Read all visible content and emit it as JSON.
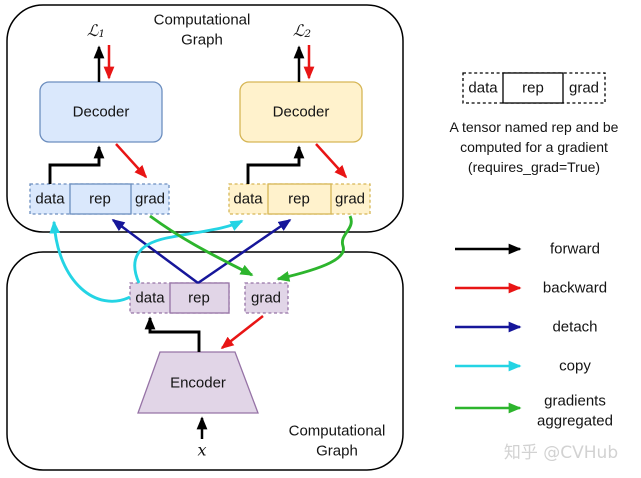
{
  "colors": {
    "forward": "#000000",
    "backward": "#e81515",
    "detach": "#16169a",
    "copy": "#24d4e4",
    "gradients_aggregated": "#2db52d",
    "decoder1_fill": "#dae8fc",
    "decoder1_stroke": "#6c8ebf",
    "decoder2_fill": "#fff2cc",
    "decoder2_stroke": "#d6b656",
    "encoder_fill": "#e1d5e7",
    "encoder_stroke": "#9673a6",
    "watermark": "#d2d2d2"
  },
  "top_graph": {
    "title1": "Computational",
    "title2": "Graph",
    "loss1": {
      "base": "ℒ",
      "sub": "1"
    },
    "loss2": {
      "base": "ℒ",
      "sub": "2"
    },
    "decoder1_label": "Decoder",
    "decoder2_label": "Decoder",
    "tensor1": {
      "data": "data",
      "rep": "rep",
      "grad": "grad"
    },
    "tensor2": {
      "data": "data",
      "rep": "rep",
      "grad": "grad"
    }
  },
  "bottom_graph": {
    "title1": "Computational",
    "title2": "Graph",
    "encoder_label": "Encoder",
    "input_label": "x",
    "tensor": {
      "data": "data",
      "rep": "rep",
      "grad": "grad"
    }
  },
  "legend_tensor": {
    "data": "data",
    "rep": "rep",
    "grad": "grad",
    "caption1": "A tensor named rep and be",
    "caption2": "computed for a gradient",
    "caption3": "(requires_grad=True)"
  },
  "arrow_legend": {
    "forward": "forward",
    "backward": "backward",
    "detach": "detach",
    "copy": "copy",
    "aggregated1": "gradients",
    "aggregated2": "aggregated"
  },
  "watermark": {
    "text": "知乎 @CVHub"
  }
}
